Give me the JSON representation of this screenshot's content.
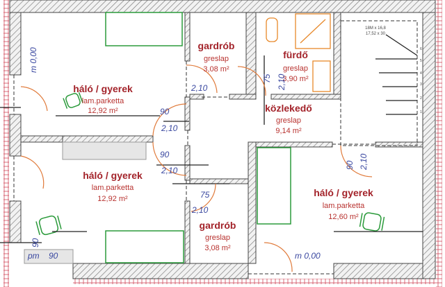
{
  "rooms": [
    {
      "id": "halo-top-left",
      "name": "háló / gyerek",
      "floor": "lam.parketta",
      "area": "12,92 m²"
    },
    {
      "id": "gardrob-top",
      "name": "gardrób",
      "floor": "greslap",
      "area": "3,08 m²"
    },
    {
      "id": "furdo",
      "name": "fürdő",
      "floor": "greslap",
      "area": "3,90 m²"
    },
    {
      "id": "kozlekedo",
      "name": "közlekedő",
      "floor": "greslap",
      "area": "9,14 m²"
    },
    {
      "id": "halo-bottom-left",
      "name": "háló / gyerek",
      "floor": "lam.parketta",
      "area": "12,92 m²"
    },
    {
      "id": "gardrob-bottom",
      "name": "gardrób",
      "floor": "greslap",
      "area": "3,08 m²"
    },
    {
      "id": "halo-right",
      "name": "háló / gyerek",
      "floor": "lam.parketta",
      "area": "12,60 m²"
    }
  ],
  "dimensions": {
    "m000_left": "m 0,00",
    "m000_bottom": "m 0,00",
    "d90_a": "90",
    "d210_a": "2,10",
    "d90_b": "90",
    "d210_b": "2,10",
    "d75_a": "75",
    "d210_c": "2,10",
    "d75_b": "75",
    "d210_d": "2,10",
    "d90_c": "90",
    "d210_e": "2,10",
    "d90_d": "90",
    "pm": "pm",
    "d90_e": "90"
  },
  "stair": {
    "label_1": "18M x 16,8",
    "label_2": "17,52 x 30",
    "steps": [
      "1",
      "2",
      "3",
      "4",
      "5",
      "6"
    ]
  }
}
